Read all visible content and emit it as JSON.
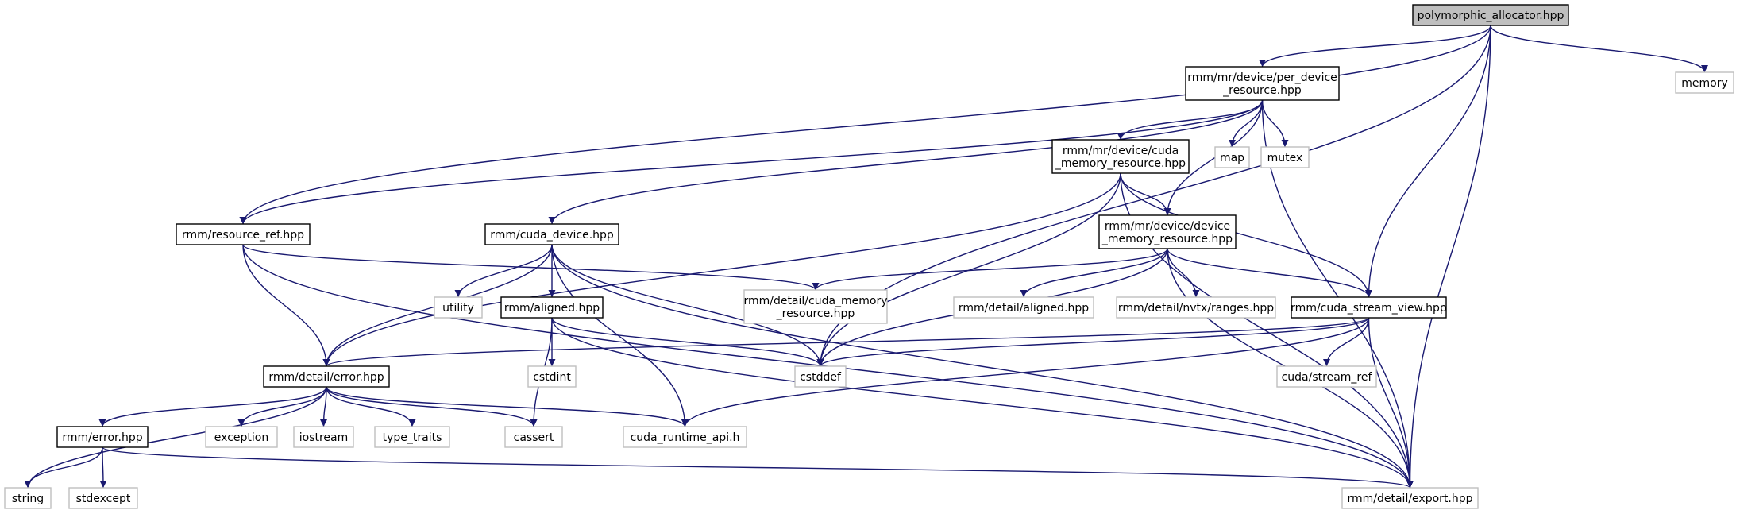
{
  "colors": {
    "edge": "#191970",
    "root_fill": "#bfbfbf",
    "root_stroke": "#000000",
    "local_stroke": "#000000",
    "system_stroke": "#bfbfbf",
    "text": "#000000"
  },
  "nodes": {
    "polymorphic_allocator": {
      "lines": [
        "polymorphic_allocator.hpp"
      ],
      "kind": "root"
    },
    "per_device_resource": {
      "lines": [
        "rmm/mr/device/per_device",
        "_resource.hpp"
      ],
      "kind": "local"
    },
    "memory": {
      "lines": [
        "memory"
      ],
      "kind": "system"
    },
    "map": {
      "lines": [
        "map"
      ],
      "kind": "system"
    },
    "mutex": {
      "lines": [
        "mutex"
      ],
      "kind": "system"
    },
    "cuda_memory_resource": {
      "lines": [
        "rmm/mr/device/cuda",
        "_memory_resource.hpp"
      ],
      "kind": "local"
    },
    "resource_ref": {
      "lines": [
        "rmm/resource_ref.hpp"
      ],
      "kind": "local"
    },
    "cuda_device": {
      "lines": [
        "rmm/cuda_device.hpp"
      ],
      "kind": "local"
    },
    "device_memory_resource": {
      "lines": [
        "rmm/mr/device/device",
        "_memory_resource.hpp"
      ],
      "kind": "local"
    },
    "utility": {
      "lines": [
        "utility"
      ],
      "kind": "system"
    },
    "aligned": {
      "lines": [
        "rmm/aligned.hpp"
      ],
      "kind": "local"
    },
    "detail_cuda_memory_resource": {
      "lines": [
        "rmm/detail/cuda_memory",
        "_resource.hpp"
      ],
      "kind": "system"
    },
    "detail_aligned": {
      "lines": [
        "rmm/detail/aligned.hpp"
      ],
      "kind": "system"
    },
    "nvtx_ranges": {
      "lines": [
        "rmm/detail/nvtx/ranges.hpp"
      ],
      "kind": "system"
    },
    "cuda_stream_view": {
      "lines": [
        "rmm/cuda_stream_view.hpp"
      ],
      "kind": "local"
    },
    "detail_error": {
      "lines": [
        "rmm/detail/error.hpp"
      ],
      "kind": "local"
    },
    "cstdint": {
      "lines": [
        "cstdint"
      ],
      "kind": "system"
    },
    "cstddef": {
      "lines": [
        "cstddef"
      ],
      "kind": "system"
    },
    "stream_ref": {
      "lines": [
        "cuda/stream_ref"
      ],
      "kind": "system"
    },
    "exception": {
      "lines": [
        "exception"
      ],
      "kind": "system"
    },
    "iostream": {
      "lines": [
        "iostream"
      ],
      "kind": "system"
    },
    "type_traits": {
      "lines": [
        "type_traits"
      ],
      "kind": "system"
    },
    "cassert": {
      "lines": [
        "cassert"
      ],
      "kind": "system"
    },
    "cuda_runtime_api": {
      "lines": [
        "cuda_runtime_api.h"
      ],
      "kind": "system"
    },
    "error": {
      "lines": [
        "rmm/error.hpp"
      ],
      "kind": "local"
    },
    "string": {
      "lines": [
        "string"
      ],
      "kind": "system"
    },
    "stdexcept": {
      "lines": [
        "stdexcept"
      ],
      "kind": "system"
    },
    "export": {
      "lines": [
        "rmm/detail/export.hpp"
      ],
      "kind": "system"
    }
  },
  "edges": [
    [
      "polymorphic_allocator",
      "per_device_resource"
    ],
    [
      "polymorphic_allocator",
      "memory"
    ],
    [
      "polymorphic_allocator",
      "resource_ref"
    ],
    [
      "polymorphic_allocator",
      "cuda_stream_view"
    ],
    [
      "polymorphic_allocator",
      "cstddef"
    ],
    [
      "polymorphic_allocator",
      "export"
    ],
    [
      "per_device_resource",
      "resource_ref"
    ],
    [
      "per_device_resource",
      "cuda_device"
    ],
    [
      "per_device_resource",
      "cuda_memory_resource"
    ],
    [
      "per_device_resource",
      "map"
    ],
    [
      "per_device_resource",
      "mutex"
    ],
    [
      "per_device_resource",
      "device_memory_resource"
    ],
    [
      "per_device_resource",
      "export"
    ],
    [
      "cuda_memory_resource",
      "detail_error"
    ],
    [
      "cuda_memory_resource",
      "device_memory_resource"
    ],
    [
      "cuda_memory_resource",
      "cstddef"
    ],
    [
      "cuda_memory_resource",
      "cuda_stream_view"
    ],
    [
      "cuda_memory_resource",
      "export"
    ],
    [
      "resource_ref",
      "detail_error"
    ],
    [
      "resource_ref",
      "detail_cuda_memory_resource"
    ],
    [
      "resource_ref",
      "export"
    ],
    [
      "cuda_device",
      "detail_error"
    ],
    [
      "cuda_device",
      "utility"
    ],
    [
      "cuda_device",
      "aligned"
    ],
    [
      "cuda_device",
      "cstddef"
    ],
    [
      "cuda_device",
      "cuda_runtime_api"
    ],
    [
      "cuda_device",
      "export"
    ],
    [
      "device_memory_resource",
      "detail_cuda_memory_resource"
    ],
    [
      "device_memory_resource",
      "detail_aligned"
    ],
    [
      "device_memory_resource",
      "nvtx_ranges"
    ],
    [
      "device_memory_resource",
      "cuda_stream_view"
    ],
    [
      "device_memory_resource",
      "cstddef"
    ],
    [
      "device_memory_resource",
      "export"
    ],
    [
      "aligned",
      "cstdint"
    ],
    [
      "aligned",
      "cassert"
    ],
    [
      "aligned",
      "cstddef"
    ],
    [
      "aligned",
      "export"
    ],
    [
      "cuda_stream_view",
      "detail_error"
    ],
    [
      "cuda_stream_view",
      "cstddef"
    ],
    [
      "cuda_stream_view",
      "stream_ref"
    ],
    [
      "cuda_stream_view",
      "cuda_runtime_api"
    ],
    [
      "cuda_stream_view",
      "export"
    ],
    [
      "detail_error",
      "error"
    ],
    [
      "detail_error",
      "string"
    ],
    [
      "detail_error",
      "exception"
    ],
    [
      "detail_error",
      "iostream"
    ],
    [
      "detail_error",
      "type_traits"
    ],
    [
      "detail_error",
      "cassert"
    ],
    [
      "detail_error",
      "cuda_runtime_api"
    ],
    [
      "error",
      "string"
    ],
    [
      "error",
      "stdexcept"
    ],
    [
      "error",
      "export"
    ]
  ]
}
